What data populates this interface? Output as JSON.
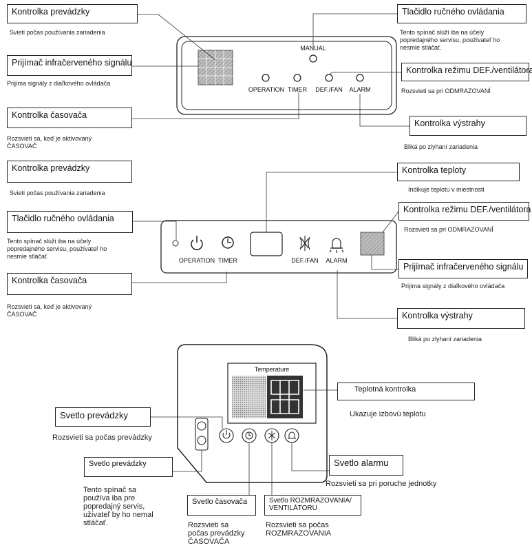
{
  "panel1": {
    "indicators": {
      "manual": "MANUAL",
      "operation": "OPERATION",
      "timer": "TIMER",
      "def_fan": "DEF./FAN",
      "alarm": "ALARM"
    },
    "callouts": {
      "operation": {
        "title": "Kontrolka prevádzky",
        "desc": "Svieti počas používania zariadenia"
      },
      "ir": {
        "title": "Prijímač infračerveného signálu",
        "desc": "Prijíma signály z diaľkového ovládača"
      },
      "timer": {
        "title": "Kontrolka časovača",
        "desc1": "Rozsvieti sa, keď je aktivovaný",
        "desc2": "ČASOVAČ"
      },
      "manual": {
        "title": "Tlačidlo ručného ovládania",
        "desc1": "Tento spínač slúži iba na účely",
        "desc2": "popredajného servisu, používateľ ho",
        "desc3": "nesmie stláčať."
      },
      "def": {
        "title": "Kontrolka režimu DEF./ventilátora",
        "desc": "Rozsvieti sa pri ODMRAZOVANÍ"
      },
      "alarm": {
        "title": "Kontrolka výstrahy",
        "desc": "Bliká po zlyhaní zariadenia"
      }
    }
  },
  "panel2": {
    "indicators": {
      "operation": "OPERATION",
      "timer": "TIMER",
      "def_fan": "DEF./FAN",
      "alarm": "ALARM"
    },
    "callouts": {
      "operation": {
        "title": "Kontrolka prevádzky",
        "desc": "Svieti počas používania zariadenia"
      },
      "manual": {
        "title": "Tlačidlo ručného ovládania",
        "desc1": "Tento spínač slúži iba na účely",
        "desc2": "popredajného servisu, používateľ ho",
        "desc3": "nesmie stláčať."
      },
      "timer": {
        "title": "Kontrolka časovača",
        "desc1": "Rozsvieti sa, keď je aktivovaný",
        "desc2": "ČASOVAČ"
      },
      "temp": {
        "title": "Kontrolka teploty",
        "desc": "Indikuje teplotu v miestnosti"
      },
      "def": {
        "title": "Kontrolka režimu DEF./ventilátora",
        "desc": "Rozsvieti sa pri ODMRAZOVANÍ"
      },
      "ir": {
        "title": "Prijímač infračerveného signálu",
        "desc": "Prijíma signály z diaľkového ovládača"
      },
      "alarm": {
        "title": "Kontrolka výstrahy",
        "desc": "Bliká po zlyhaní zariadenia"
      }
    }
  },
  "panel3": {
    "display_label": "Temperature",
    "callouts": {
      "temp": {
        "title": "Teplotná kontrolka",
        "desc": "Ukazuje izbovú teplotu"
      },
      "operation": {
        "title": "Svetlo prevádzky",
        "desc": "Rozsvieti sa počas prevádzky"
      },
      "manual": {
        "title": "Svetlo prevádzky",
        "desc1": "Tento spínač sa",
        "desc2": "používa iba pre",
        "desc3": "popredajný servis,",
        "desc4": "užívateľ by ho nemal",
        "desc5": "stláčať."
      },
      "alarm": {
        "title": "Svetlo alarmu",
        "desc": "Rozsvieti sa pri poruche jednotky"
      },
      "timer": {
        "title": "Svetlo časovača",
        "desc1": "Rozsvieti sa",
        "desc2": "počas prevádzky",
        "desc3": "ČASOVAČA"
      },
      "def": {
        "title1": "Svetlo ROZMRAZOVANIA/",
        "title2": "VENTILÁTORU",
        "desc1": "Rozsvieti sa počas",
        "desc2": "ROZMRAZOVANIA"
      }
    }
  }
}
